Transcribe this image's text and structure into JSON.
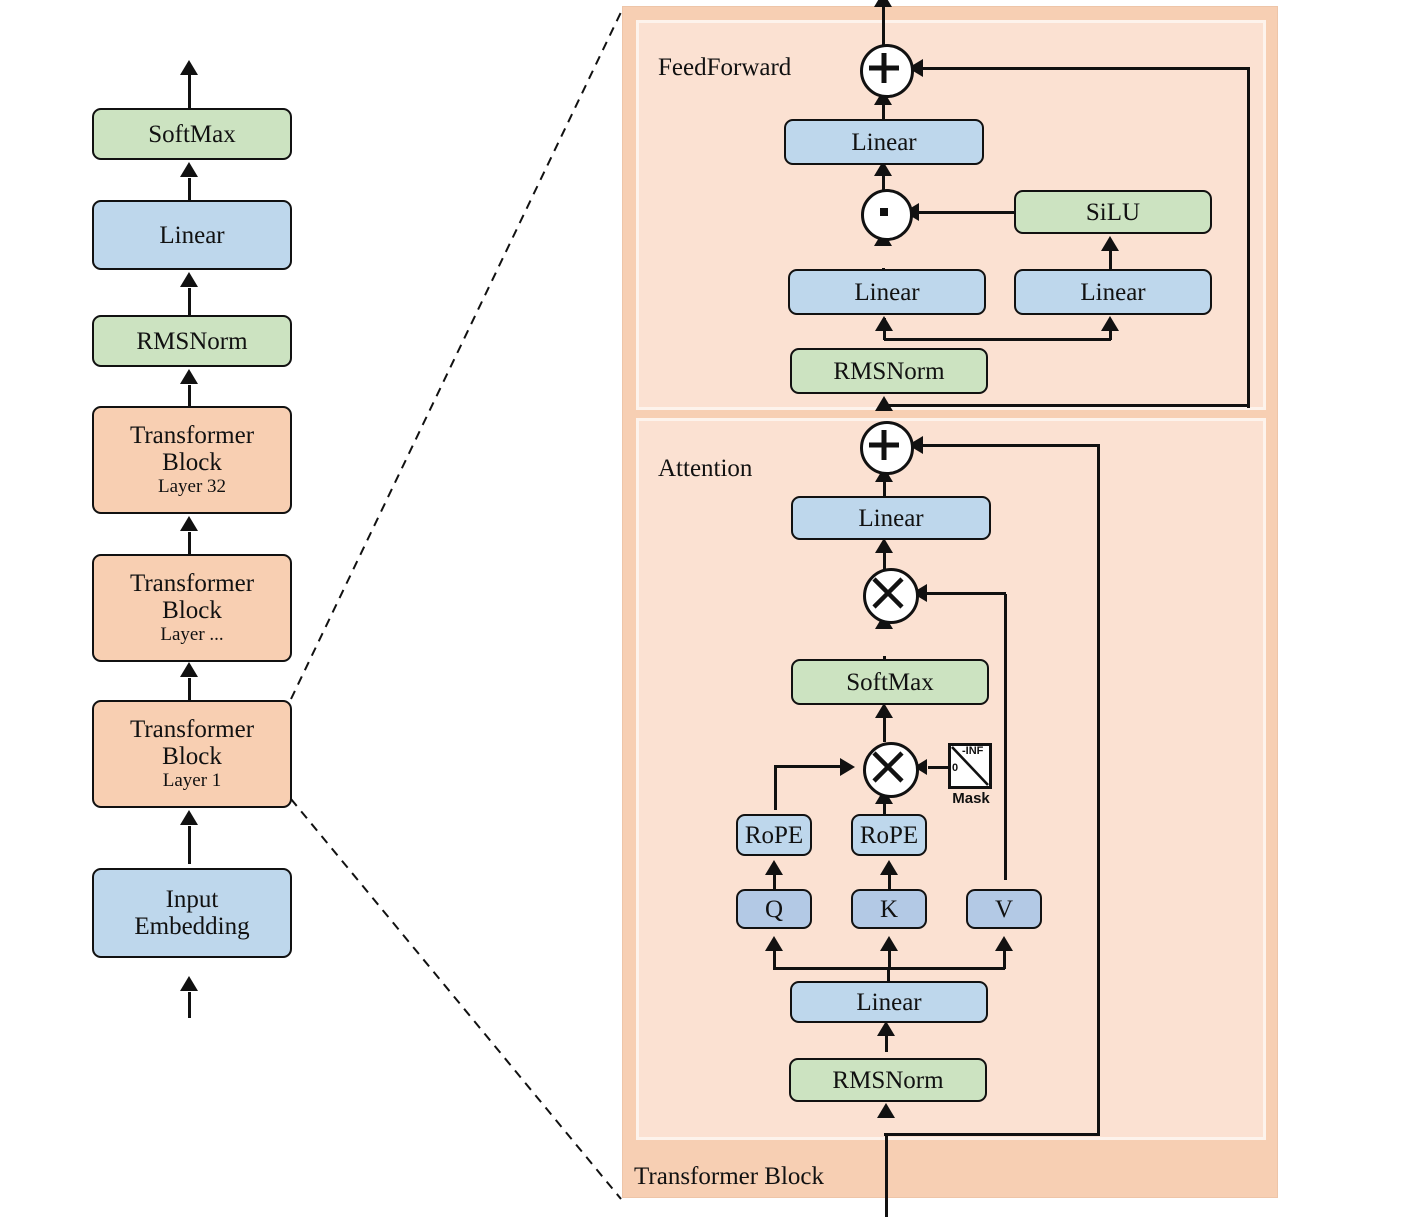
{
  "diagram": {
    "title": "Transformer Block",
    "stack": {
      "blocks": [
        {
          "name": "softmax",
          "label": "SoftMax",
          "sub": "",
          "color": "green"
        },
        {
          "name": "linear-head",
          "label": "Linear",
          "sub": "",
          "color": "blue"
        },
        {
          "name": "rmsnorm-final",
          "label": "RMSNorm",
          "sub": "",
          "color": "green"
        },
        {
          "name": "tblock-32",
          "label": "Transformer",
          "label2": "Block",
          "sub": "Layer 32",
          "color": "peach"
        },
        {
          "name": "tblock-dots",
          "label": "Transformer",
          "label2": "Block",
          "sub": "Layer ...",
          "color": "peach"
        },
        {
          "name": "tblock-1",
          "label": "Transformer",
          "label2": "Block",
          "sub": "Layer 1",
          "color": "peach"
        },
        {
          "name": "input-embedding",
          "label": "Input",
          "label2": "Embedding",
          "sub": "",
          "color": "blue"
        }
      ]
    },
    "detail": {
      "outer_label": "Transformer Block",
      "feedforward": {
        "section_label": "FeedForward",
        "add_op": "plus",
        "linear_out": "Linear",
        "mul_op": "dot",
        "silu": "SiLU",
        "linear_gate": "Linear",
        "linear_up": "Linear",
        "rmsnorm": "RMSNorm"
      },
      "attention": {
        "section_label": "Attention",
        "add_op": "plus",
        "linear_out": "Linear",
        "matmul_v": "times",
        "softmax": "SoftMax",
        "matmul_qk": "times",
        "mask": {
          "label": "Mask",
          "upper": "-INF",
          "lower": "0"
        },
        "rope_q": "RoPE",
        "rope_k": "RoPE",
        "q": "Q",
        "k": "K",
        "v": "V",
        "linear_qkv": "Linear",
        "rmsnorm": "RMSNorm"
      }
    },
    "colors": {
      "green": "#cce3c1",
      "blue": "#bed7ec",
      "blue_dark": "#b3c9e5",
      "peach": "#f8cfb2",
      "panel_outer": "#f7cfb3",
      "panel_inner": "#fbe1d2",
      "stroke": "#111111"
    }
  }
}
